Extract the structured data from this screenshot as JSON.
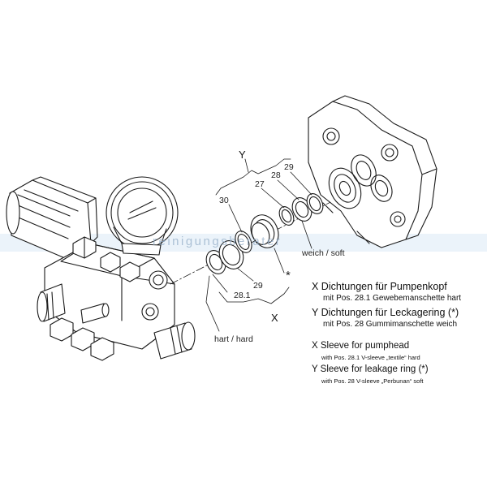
{
  "watermark": "reinigungsberater",
  "callouts": {
    "y_group": "Y",
    "x_group": "X",
    "part_30": "30",
    "part_27": "27",
    "part_28_top": "28",
    "part_29_top": "29",
    "part_29_bottom": "29",
    "part_28_1": "28.1",
    "asterisk": "*",
    "soft_label": "weich / soft",
    "hard_label": "hart / hard"
  },
  "legend": {
    "x_de_head": "X Dichtungen für Pumpenkopf",
    "x_de_sub": "mit Pos. 28.1 Gewebemanschette hart",
    "y_de_head": "Y Dichtungen für Leckagering (*)",
    "y_de_sub": "mit Pos. 28 Gummimanschette weich",
    "x_en_head": "X Sleeve for pumphead",
    "x_en_sub": "with Pos. 28.1 V-sleeve „textile“ hard",
    "y_en_head": "Y Sleeve for leakage ring (*)",
    "y_en_sub": "with Pos. 28 V-sleeve „Perbunan“ soft"
  },
  "colors": {
    "line": "#1a1a1a",
    "fill": "#ffffff",
    "watermark_band": "#d2e4f5"
  }
}
